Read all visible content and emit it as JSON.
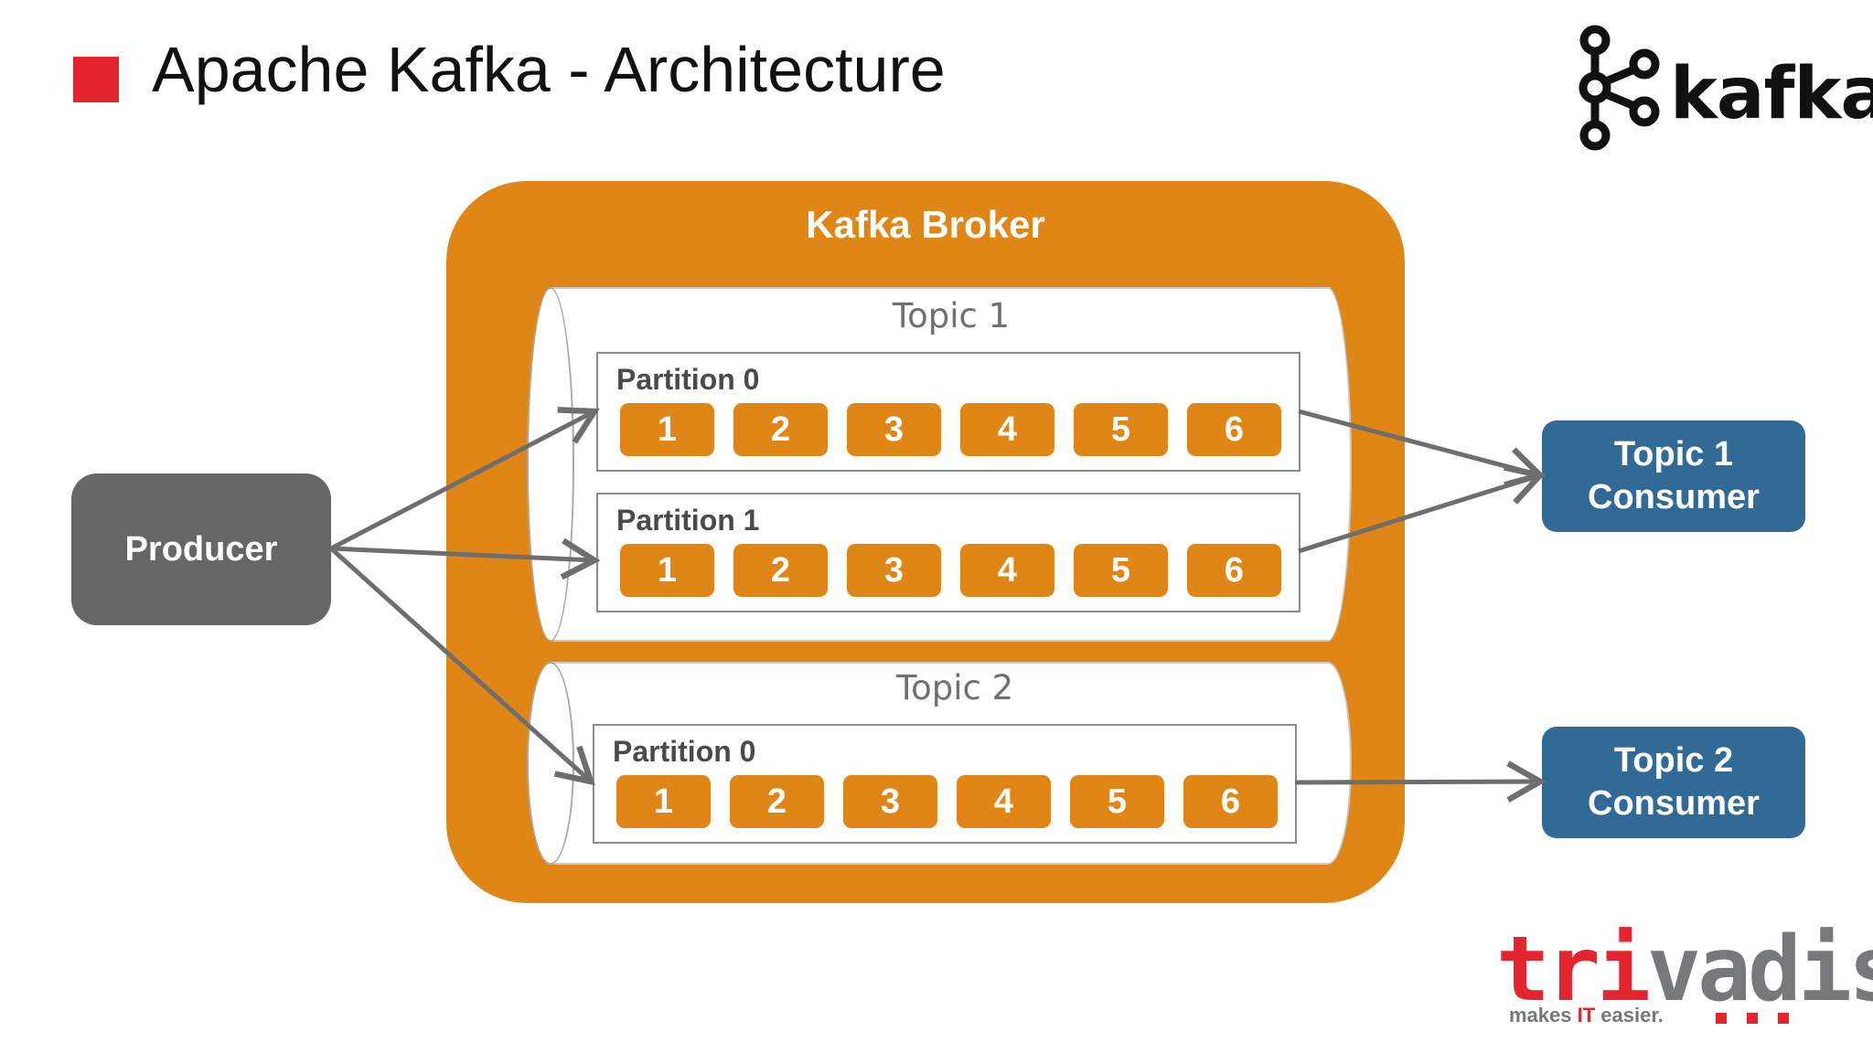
{
  "slide": {
    "title": "Apache Kafka - Architecture"
  },
  "logo": {
    "name": "kafka"
  },
  "broker": {
    "title": "Kafka Broker",
    "topics": [
      {
        "label": "Topic 1",
        "partitions": [
          {
            "label": "Partition 0",
            "messages": [
              "1",
              "2",
              "3",
              "4",
              "5",
              "6"
            ]
          },
          {
            "label": "Partition 1",
            "messages": [
              "1",
              "2",
              "3",
              "4",
              "5",
              "6"
            ]
          }
        ]
      },
      {
        "label": "Topic 2",
        "partitions": [
          {
            "label": "Partition 0",
            "messages": [
              "1",
              "2",
              "3",
              "4",
              "5",
              "6"
            ]
          }
        ]
      }
    ]
  },
  "producer": {
    "label": "Producer"
  },
  "consumers": [
    {
      "line1": "Topic 1",
      "line2": "Consumer"
    },
    {
      "line1": "Topic 2",
      "line2": "Consumer"
    }
  ],
  "brand": {
    "word_red": "tri",
    "word_grey": "vadis",
    "tagline_a": "makes ",
    "tagline_red": "IT",
    "tagline_b": " easier."
  },
  "colors": {
    "accent_red": "#e2252f",
    "broker_orange": "#e08616",
    "producer_grey": "#666666",
    "consumer_blue": "#316b95",
    "arrow_grey": "#6e6e6e"
  }
}
